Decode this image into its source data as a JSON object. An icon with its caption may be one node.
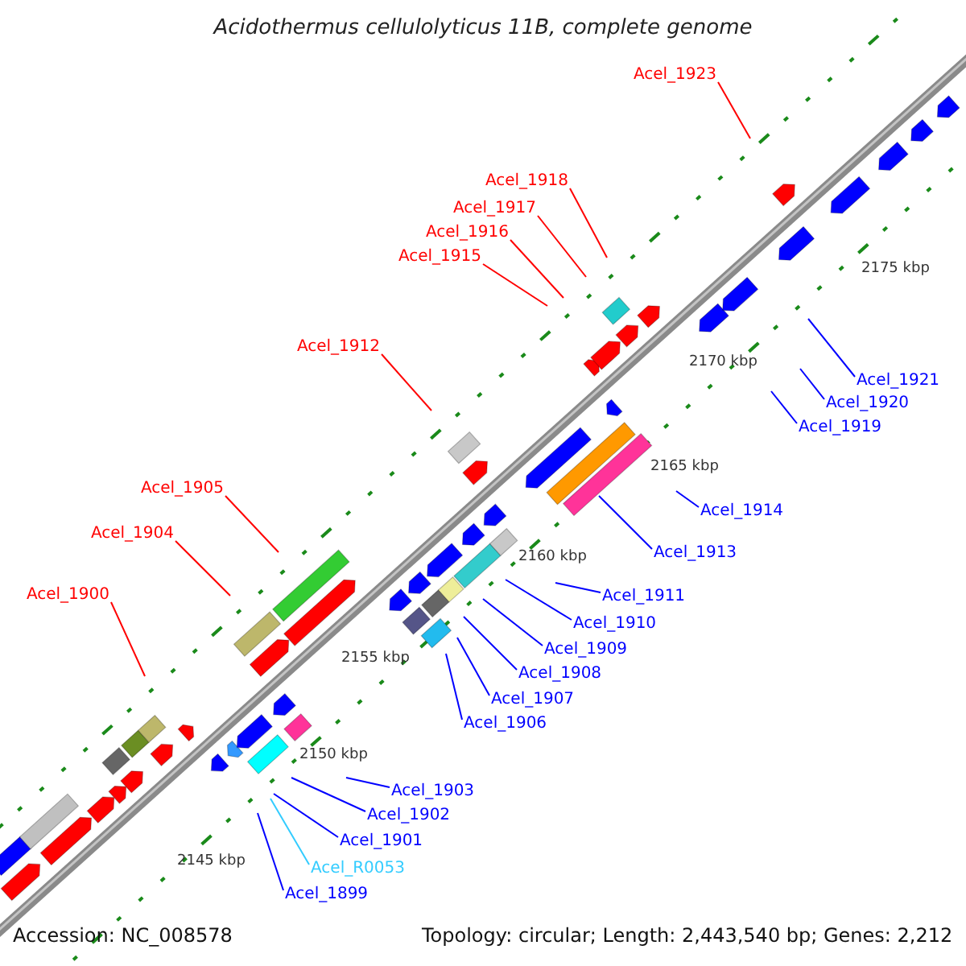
{
  "diagram": {
    "title": "Acidothermus cellulolyticus 11B, complete genome",
    "nodes": [
      {
        "text": [
          "Acel_1923"
        ]
      },
      {
        "text": [
          "Acel_1918"
        ]
      },
      {
        "text": [
          "Acel_1917"
        ]
      },
      {
        "text": [
          "Acel_1916"
        ]
      },
      {
        "text": [
          "Acel_1915"
        ]
      },
      {
        "text": [
          "Acel_1921"
        ]
      },
      {
        "text": [
          "Acel_1920"
        ]
      },
      {
        "text": [
          "Acel_1919"
        ]
      },
      {
        "text": [
          "Acel_1912"
        ]
      },
      {
        "text": [
          "Acel_1905"
        ]
      },
      {
        "text": [
          "Acel_1914"
        ]
      },
      {
        "text": [
          "Acel_1904"
        ]
      },
      {
        "text": [
          "Acel_1913"
        ]
      },
      {
        "text": [
          "Acel_1911"
        ]
      },
      {
        "text": [
          "Acel_1900"
        ]
      },
      {
        "text": [
          "Acel_1910"
        ]
      },
      {
        "text": [
          "Acel_1909"
        ]
      },
      {
        "text": [
          "Acel_1908"
        ]
      },
      {
        "text": [
          "Acel_1907"
        ]
      },
      {
        "text": [
          "Acel_1906"
        ]
      },
      {
        "text": [
          "Acel_1903"
        ]
      },
      {
        "text": [
          "Acel_1902"
        ]
      },
      {
        "text": [
          "Acel_1901"
        ]
      },
      {
        "text": [
          "Acel_R0053"
        ]
      },
      {
        "text": [
          "Acel_1899"
        ]
      }
    ],
    "edges": [
      {
        "from": 0,
        "to": null,
        "arrow": "none",
        "color": "#ff0000"
      },
      {
        "from": 1,
        "to": null,
        "arrow": "none",
        "color": "#ff0000"
      },
      {
        "from": 2,
        "to": null,
        "arrow": "none",
        "color": "#ff0000"
      },
      {
        "from": 3,
        "to": null,
        "arrow": "none",
        "color": "#ff0000"
      },
      {
        "from": 4,
        "to": null,
        "arrow": "none",
        "color": "#ff0000"
      },
      {
        "from": 5,
        "to": null,
        "arrow": "none"
      },
      {
        "from": 6,
        "to": null,
        "arrow": "none"
      },
      {
        "from": 7,
        "to": null,
        "arrow": "none"
      },
      {
        "from": 8,
        "to": null,
        "arrow": "none",
        "color": "#ff0000"
      },
      {
        "from": 9,
        "to": null,
        "arrow": "none",
        "color": "#ff0000"
      },
      {
        "from": 10,
        "to": null,
        "arrow": "none"
      },
      {
        "from": 11,
        "to": null,
        "arrow": "none",
        "color": "#ff0000"
      },
      {
        "from": 12,
        "to": null,
        "arrow": "none"
      },
      {
        "from": 13,
        "to": null,
        "arrow": "none"
      },
      {
        "from": 14,
        "to": null,
        "arrow": "none",
        "color": "#ff0000"
      },
      {
        "from": 15,
        "to": null,
        "arrow": "none"
      },
      {
        "from": 16,
        "to": null,
        "arrow": "none"
      },
      {
        "from": 17,
        "to": null,
        "arrow": "none"
      },
      {
        "from": 18,
        "to": null,
        "arrow": "none"
      },
      {
        "from": 19,
        "to": null,
        "arrow": "none"
      },
      {
        "from": 20,
        "to": null,
        "arrow": "none"
      },
      {
        "from": 21,
        "to": null,
        "arrow": "none"
      },
      {
        "from": 22,
        "to": null,
        "arrow": "none"
      },
      {
        "from": 23,
        "to": null,
        "arrow": "none",
        "color": "#33ccff"
      },
      {
        "from": 24,
        "to": null,
        "arrow": "none"
      }
    ],
    "labels": [
      "2175 kbp",
      "2170 kbp",
      "2165 kbp",
      "2160 kbp",
      "2155 kbp",
      "2150 kbp",
      "2145 kbp",
      "Accession: NC_008578",
      "Topology: circular; Length: 2,443,540 bp; Genes: 2,212"
    ]
  }
}
